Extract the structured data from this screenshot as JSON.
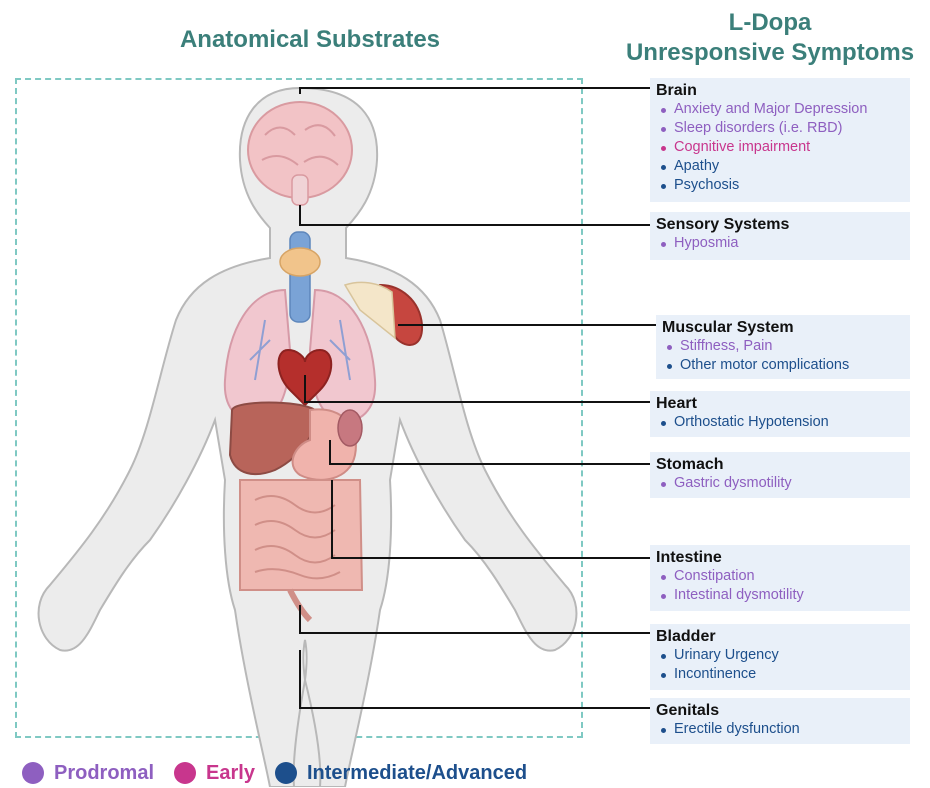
{
  "headings": {
    "left": "Anatomical Substrates",
    "right_line1": "L-Dopa",
    "right_line2": "Unresponsive Symptoms"
  },
  "colors": {
    "heading": "#3b7f7a",
    "prodromal": "#8e5fc0",
    "early": "#c8368d",
    "advanced": "#1d4f8c",
    "box_bg": "#e9f0f9"
  },
  "systems": [
    {
      "title": "Brain",
      "symptoms": [
        {
          "text": "Anxiety and Major Depression",
          "stage": "prodromal"
        },
        {
          "text": "Sleep disorders (i.e. RBD)",
          "stage": "prodromal"
        },
        {
          "text": "Cognitive impairment",
          "stage": "early"
        },
        {
          "text": "Apathy",
          "stage": "advanced"
        },
        {
          "text": "Psychosis",
          "stage": "advanced"
        }
      ]
    },
    {
      "title": "Sensory Systems",
      "symptoms": [
        {
          "text": "Hyposmia",
          "stage": "prodromal"
        }
      ]
    },
    {
      "title": "Muscular System",
      "symptoms": [
        {
          "text": "Stiffness, Pain",
          "stage": "prodromal"
        },
        {
          "text": "Other motor complications",
          "stage": "advanced"
        }
      ]
    },
    {
      "title": "Heart",
      "symptoms": [
        {
          "text": "Orthostatic Hypotension",
          "stage": "advanced"
        }
      ]
    },
    {
      "title": "Stomach",
      "symptoms": [
        {
          "text": "Gastric dysmotility",
          "stage": "prodromal"
        }
      ]
    },
    {
      "title": "Intestine",
      "symptoms": [
        {
          "text": "Constipation",
          "stage": "prodromal"
        },
        {
          "text": "Intestinal dysmotility",
          "stage": "prodromal"
        }
      ]
    },
    {
      "title": "Bladder",
      "symptoms": [
        {
          "text": "Urinary Urgency",
          "stage": "advanced"
        },
        {
          "text": "Incontinence",
          "stage": "advanced"
        }
      ]
    },
    {
      "title": "Genitals",
      "symptoms": [
        {
          "text": "Erectile dysfunction",
          "stage": "advanced"
        }
      ]
    }
  ],
  "legend": [
    {
      "label": "Prodromal",
      "stage": "prodromal"
    },
    {
      "label": "Early",
      "stage": "early"
    },
    {
      "label": "Intermediate/Advanced",
      "stage": "advanced"
    }
  ]
}
